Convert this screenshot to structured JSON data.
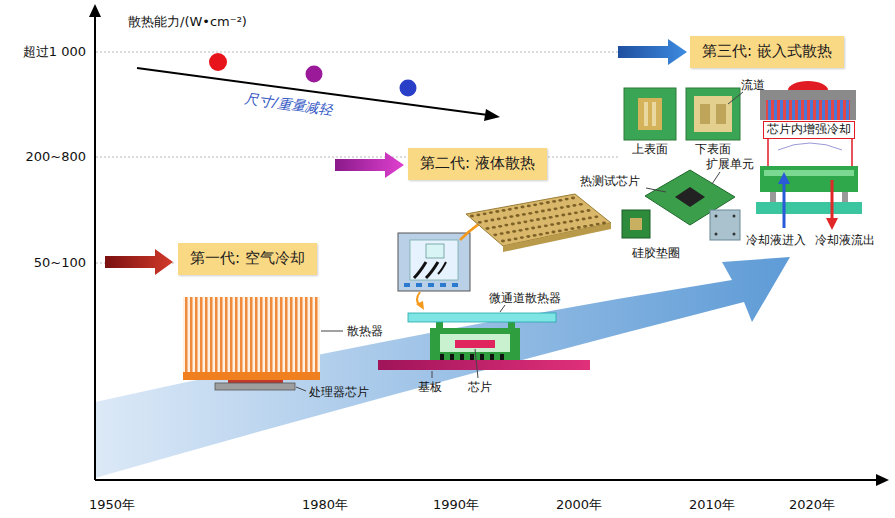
{
  "diagram": {
    "nodes": [
      {
        "text": [
          "第一代: 空气冷却"
        ]
      },
      {
        "text": [
          "第二代: 液体散热"
        ]
      },
      {
        "text": [
          "第三代: 嵌入式散热"
        ]
      }
    ],
    "labels": [
      "散热能力/(W•cm⁻²)",
      "超过1 000",
      "200~800",
      "50~100",
      "1950年",
      "1980年",
      "1990年",
      "2000年",
      "2010年",
      "2020年",
      "尺寸/重量减轻",
      "散热器",
      "处理器芯片",
      "微通道散热器",
      "基板",
      "芯片",
      "流道",
      "上表面",
      "下表面",
      "热测试芯片",
      "扩展单元",
      "硅胶垫圈",
      "芯片内增强冷却",
      "冷却液进入",
      "冷却液流出"
    ]
  }
}
